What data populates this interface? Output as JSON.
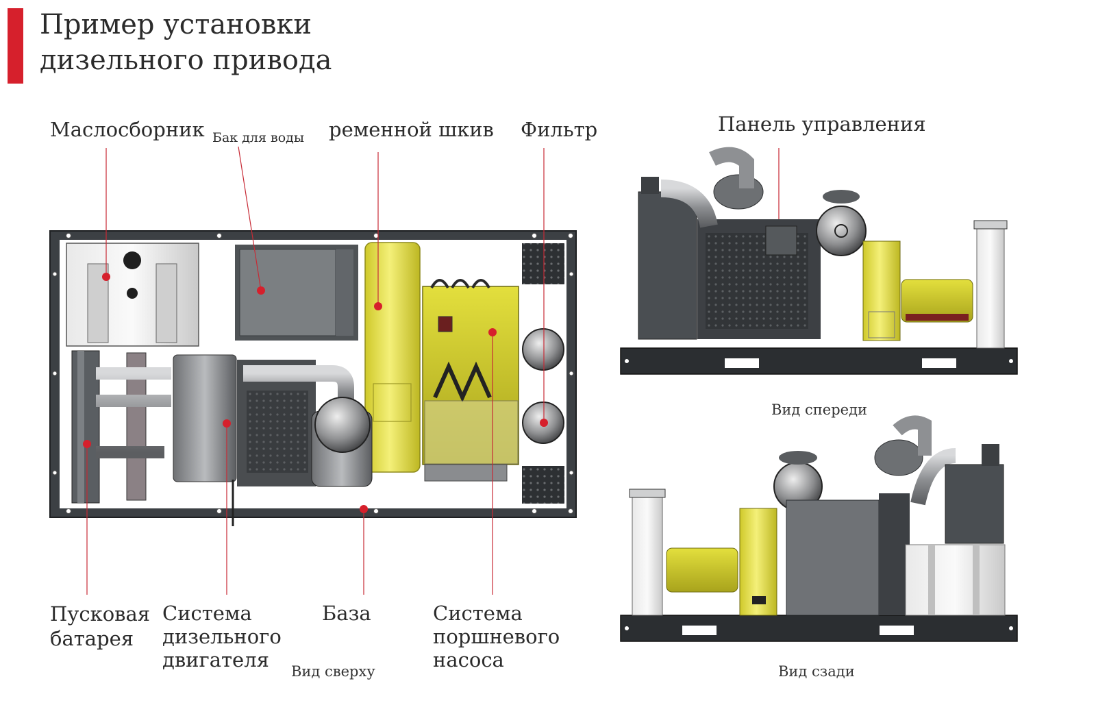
{
  "title": {
    "line1": "Пример установки",
    "line2": "дизельного привода"
  },
  "labels": {
    "oil_collector": "Маслосборник",
    "water_tank": "Бак для воды",
    "belt_pulley": "ременной шкив",
    "filter": "Фильтр",
    "control_panel": "Панель управления",
    "starter_battery": {
      "line1": "Пусковая",
      "line2": "батарея"
    },
    "diesel_engine_system": {
      "line1": "Система",
      "line2": "дизельного",
      "line3": "двигателя"
    },
    "base": "База",
    "piston_pump_system": {
      "line1": "Система",
      "line2": "поршневого",
      "line3": "насоса"
    }
  },
  "captions": {
    "top_view": "Вид сверху",
    "front_view": "Вид спереди",
    "rear_view": "Вид сзади"
  },
  "colors": {
    "accent": "#d6202c",
    "frame": "#3c4044",
    "pump_yellow": "#e6e23a",
    "marker": "#d6202c"
  }
}
